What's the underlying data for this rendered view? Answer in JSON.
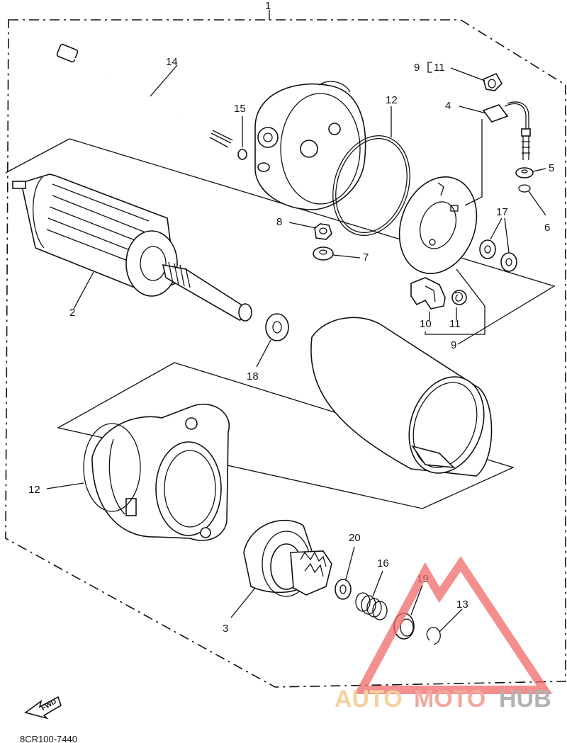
{
  "diagram": {
    "labels": {
      "l1": "1",
      "l2": "2",
      "l3": "3",
      "l4": "4",
      "l5": "5",
      "l6": "6",
      "l7": "7",
      "l8": "8",
      "l9a": "9",
      "l9b": "9",
      "l10": "10",
      "l11a": "11",
      "l11b": "11",
      "l12a": "12",
      "l12b": "12",
      "l13": "13",
      "l14": "14",
      "l15": "15",
      "l16": "16",
      "l17": "17",
      "l18": "18",
      "l19": "19",
      "l20": "20"
    },
    "fwd_label": "FWD",
    "drawing_code": "8CR100-7440"
  },
  "watermark": {
    "part_auto": "AUTO",
    "part_moto": "MOTO",
    "part_hub": "HUB",
    "color_auto": "#f4c27a",
    "color_moto": "#f08a80",
    "color_hub": "#9a9a9a",
    "triangle_color": "#f06a6a"
  }
}
